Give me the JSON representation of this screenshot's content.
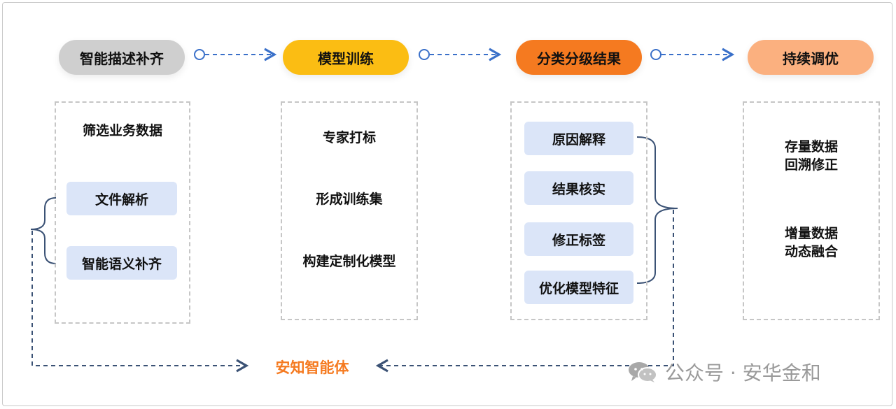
{
  "colors": {
    "gray_pill": "#cfcfcf",
    "yellow_pill": "#fbbd13",
    "orange_pill": "#f57a20",
    "peach_pill": "#fbb07f",
    "accent_text": "#f57a20",
    "connector": "#3a70c9",
    "bracket": "#3b5275",
    "chip_bg": "#dbe5f8"
  },
  "stages": [
    {
      "label": "智能描述补齐"
    },
    {
      "label": "模型训练"
    },
    {
      "label": "分类分级结果"
    },
    {
      "label": "持续调优"
    }
  ],
  "col1": {
    "top_text": "筛选业务数据",
    "chips": [
      "文件解析",
      "智能语义补齐"
    ]
  },
  "col2": {
    "items": [
      "专家打标",
      "形成训练集",
      "构建定制化模型"
    ]
  },
  "col3": {
    "chips": [
      "原因解释",
      "结果核实",
      "修正标签",
      "优化模型特征"
    ]
  },
  "col4": {
    "block1": [
      "存量数据",
      "回溯修正"
    ],
    "block2": [
      "增量数据",
      "动态融合"
    ]
  },
  "center_label": "安知智能体",
  "watermark": {
    "text": "公众号 · 安华金和",
    "icon": "wechat-icon"
  }
}
